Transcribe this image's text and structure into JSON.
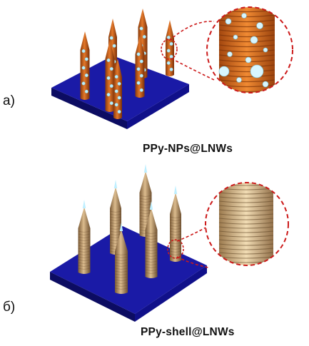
{
  "panels": [
    {
      "letter": "a)",
      "caption": "PPy-NPs@LNWs",
      "style": "nanoparticles"
    },
    {
      "letter": "б)",
      "caption": "PPy-shell@LNWs",
      "style": "shell"
    }
  ],
  "colors": {
    "substrate": "#1a1aa6",
    "substrate_side": "#0c0c62",
    "wire_orange": "#d86a1e",
    "wire_orange_dark": "#8a3a0a",
    "nanoparticle": "#b9f0ff",
    "wire_beige": "#c9a274",
    "wire_beige_dark": "#7a5a36",
    "tip_cyan": "#bfefff",
    "zoom_outline": "#cc1a1a"
  }
}
